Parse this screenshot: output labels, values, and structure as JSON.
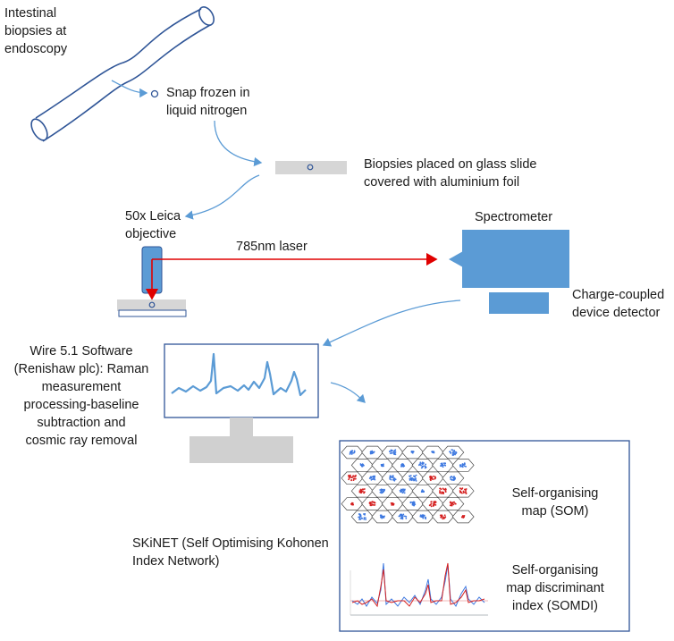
{
  "labels": {
    "intestinal": "Intestinal\nbiopsies at\nendoscopy",
    "snap_frozen": "Snap frozen in\nliquid nitrogen",
    "glass_slide": "Biopsies placed on glass slide\ncovered with aluminium foil",
    "objective": "50x Leica\nobjective",
    "laser": "785nm laser",
    "spectrometer": "Spectrometer",
    "ccd": "Charge-coupled\ndevice detector",
    "software": "Wire 5.1 Software\n(Renishaw plc): Raman\nmeasurement\nprocessing-baseline\nsubtraction and\ncosmic ray removal",
    "skinet": "SKiNET (Self Optimising Kohonen\nIndex Network)",
    "som": "Self-organising\nmap (SOM)",
    "somdi": "Self-organising\nmap discriminant\nindex (SOMDI)"
  },
  "colors": {
    "accent_blue": "#5b9bd5",
    "dark_blue": "#2f5597",
    "laser_red": "#e00000",
    "monitor_gray": "#d0d0d0",
    "slide_gray": "#d6d6d6",
    "som_blue": "#3d78e0",
    "som_red": "#d42020"
  },
  "som_map": {
    "rows": 6,
    "cols": 6,
    "cells": [
      "b",
      "b",
      "b",
      "b",
      "b",
      "b",
      "b",
      "b",
      "b",
      "b",
      "b",
      "b",
      "r",
      "b",
      "b",
      "b",
      "r",
      "b",
      "r",
      "b",
      "b",
      "b",
      "r",
      "r",
      "r",
      "r",
      "r",
      "b",
      "r",
      "r",
      "b",
      "b",
      "b",
      "b",
      "r",
      "r"
    ]
  }
}
